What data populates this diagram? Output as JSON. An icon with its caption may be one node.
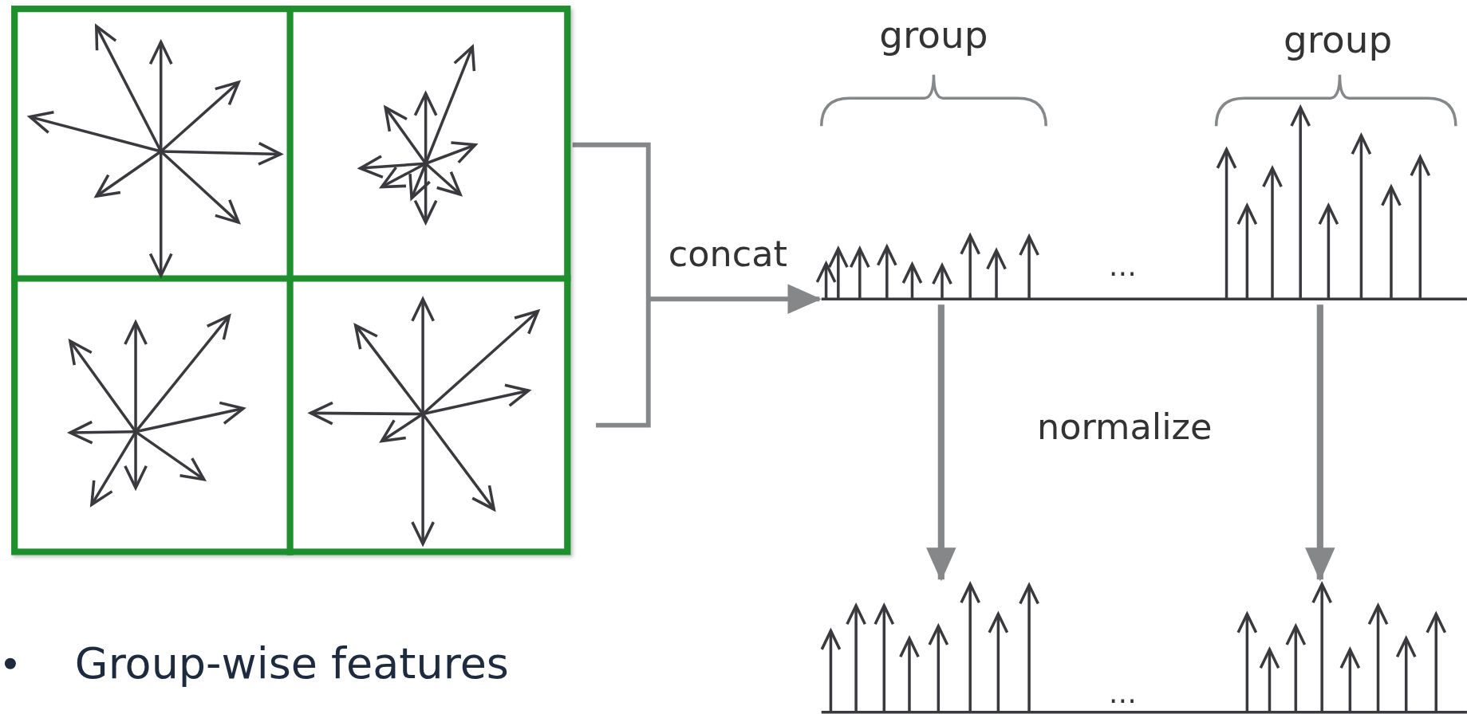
{
  "diagram": {
    "nodes": [
      {
        "text": [],
        "shape": "box"
      },
      {
        "text": [],
        "shape": "bar"
      },
      {
        "text": [],
        "shape": "bar"
      }
    ],
    "edges": [
      {
        "from": 0,
        "to": 1,
        "arrow": "to",
        "label": "concat"
      },
      {
        "from": 1,
        "to": 2,
        "arrow": "to"
      },
      {
        "from": 1,
        "to": 2,
        "arrow": "to"
      }
    ],
    "labels": [
      "group",
      "group",
      "…",
      "normalize",
      "…",
      "Group-wise features"
    ]
  }
}
